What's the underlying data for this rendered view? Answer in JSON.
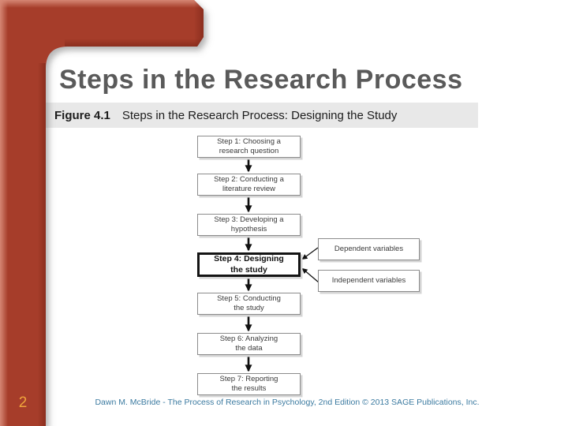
{
  "slide": {
    "title": "Steps in the Research Process",
    "page_number": "2",
    "footer_credit": "Dawn M. McBride - The Process of Research in Psychology, 2nd Edition © 2013 SAGE Publications, Inc."
  },
  "figure": {
    "label": "Figure 4.1",
    "caption": "Steps in the Research Process: Designing the Study"
  },
  "flowchart": {
    "steps": [
      {
        "label": "Step 1: Choosing a\nresearch question"
      },
      {
        "label": "Step 2: Conducting a\nliterature review"
      },
      {
        "label": "Step 3: Developing a\nhypothesis"
      },
      {
        "label": "Step 4: Designing\nthe study",
        "emphasized": true
      },
      {
        "label": "Step 5: Conducting\nthe study"
      },
      {
        "label": "Step 6: Analyzing\nthe data"
      },
      {
        "label": "Step 7: Reporting\nthe results"
      }
    ],
    "side_boxes": [
      {
        "label": "Dependent variables",
        "points_to": "Step 4: Designing the study"
      },
      {
        "label": "Independent variables",
        "points_to": "Step 4: Designing the study"
      }
    ]
  },
  "colors": {
    "accent_red": "#a63c2b",
    "title_gray": "#5a5a5a",
    "figure_bar_bg": "#e8e8e8",
    "footer_blue": "#3b7aa0",
    "page_number_orange": "#F0A43C",
    "emphasis_border": "#141414",
    "box_border": "#8c8c8c"
  }
}
